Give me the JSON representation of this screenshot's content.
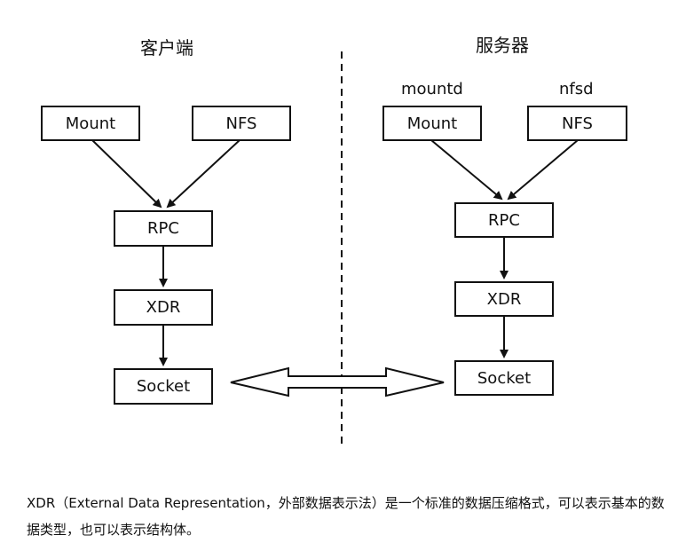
{
  "client": {
    "title": "客户端",
    "boxes": {
      "mount": "Mount",
      "nfs": "NFS",
      "rpc": "RPC",
      "xdr": "XDR",
      "socket": "Socket"
    }
  },
  "server": {
    "title": "服务器",
    "process_labels": {
      "mount": "mountd",
      "nfs": "nfsd"
    },
    "boxes": {
      "mount": "Mount",
      "nfs": "NFS",
      "rpc": "RPC",
      "xdr": "XDR",
      "socket": "Socket"
    }
  },
  "caption": "XDR（External Data Representation，外部数据表示法）是一个标准的数据压缩格式，可以表示基本的数据类型，也可以表示结构体。",
  "colors": {
    "stroke": "#111111",
    "background": "#ffffff"
  }
}
